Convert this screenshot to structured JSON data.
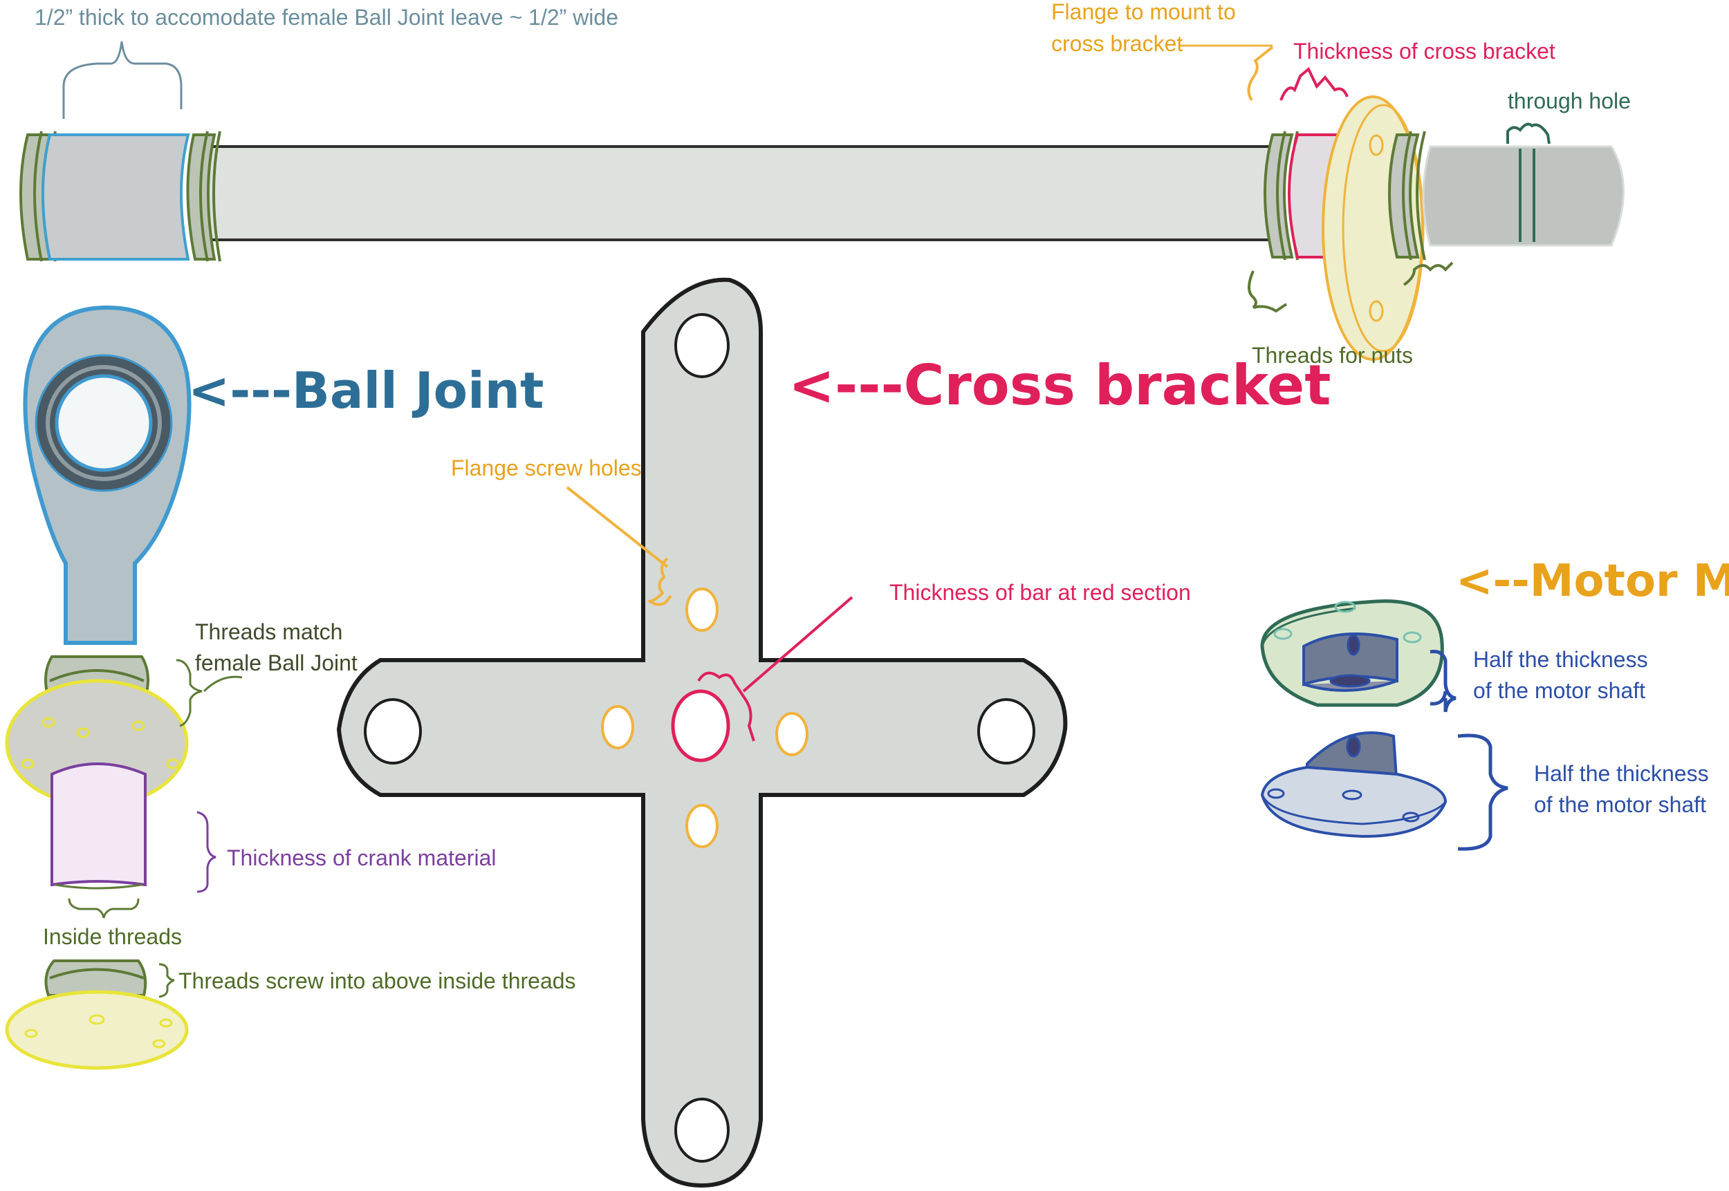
{
  "colors": {
    "steel": "#d4d9d6",
    "steel_dark": "#c6cbca",
    "thread": "#5e7a36",
    "thread_fill": "#c3c8c0",
    "ball_blue": "#3f9ad0",
    "ball_fill": "#b4c2c7",
    "title_blue": "#2d6e96",
    "crimson": "#e0205a",
    "orange": "#e9a21c",
    "amber": "#f0b33c",
    "yellow": "#e8e43a",
    "purple": "#7b3f9e",
    "green_text": "#4e6b27",
    "teal": "#2f6b55",
    "navy": "#2b4fa8",
    "slate_text": "#6b8e9d"
  },
  "labels": {
    "rod_top": "1/2” thick to accomodate female Ball Joint leave ~ 1/2” wide",
    "flange_mount_1": "Flange to mount to",
    "flange_mount_2": "cross bracket",
    "thickness_cross": "Thickness of cross bracket",
    "through_hole": "through hole",
    "threads_nuts": "Threads for nuts",
    "ball_joint_title": "<---Ball Joint",
    "cross_bracket_title": "<---Cross bracket",
    "flange_screw_holes": "Flange screw holes",
    "thickness_bar": "Thickness of bar at red section",
    "threads_match_1": "Threads match",
    "threads_match_2": "female Ball Joint",
    "crank_material": "Thickness of crank material",
    "inside_threads": "Inside threads",
    "threads_screw": "Threads screw into above inside threads",
    "motor_mounts_title": "<--Motor Mounts",
    "half_thickness_a_1": "Half the thickness",
    "half_thickness_a_2": "of the motor shaft",
    "half_thickness_b_1": "Half the thickness",
    "half_thickness_b_2": "of the motor shaft"
  }
}
